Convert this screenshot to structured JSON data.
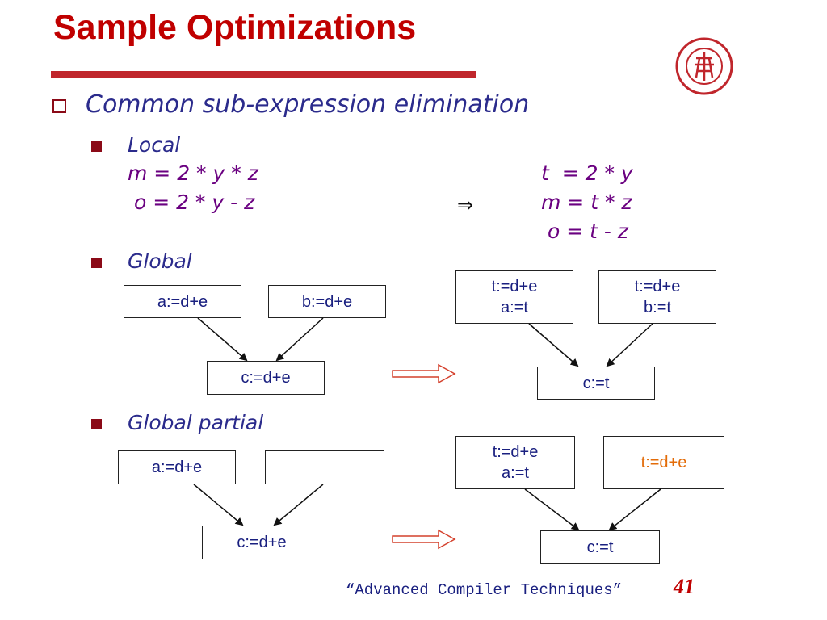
{
  "title": "Sample Optimizations",
  "bullet1": "Common sub-expression elimination",
  "local": {
    "label": "Local",
    "before": [
      "m = 2 * y * z",
      " o = 2 * y - z"
    ],
    "arrow": "⇒",
    "after": [
      "t  = 2 * y",
      "m = t * z",
      " o = t - z"
    ]
  },
  "global": {
    "label": "Global",
    "before": {
      "left": "a:=d+e",
      "right": "b:=d+e",
      "bottom": "c:=d+e"
    },
    "after": {
      "left": [
        "t:=d+e",
        "a:=t"
      ],
      "right": [
        "t:=d+e",
        "b:=t"
      ],
      "bottom": "c:=t"
    }
  },
  "global_partial": {
    "label": "Global partial",
    "before": {
      "left": "a:=d+e",
      "right": "",
      "bottom": "c:=d+e"
    },
    "after": {
      "left": [
        "t:=d+e",
        "a:=t"
      ],
      "right": "t:=d+e",
      "bottom": "c:=t"
    }
  },
  "footer": "“Advanced Compiler Techniques”",
  "page_number": "41",
  "colors": {
    "title": "#c00000",
    "accent": "#c0262c",
    "inserted_code": "#e36c09"
  }
}
